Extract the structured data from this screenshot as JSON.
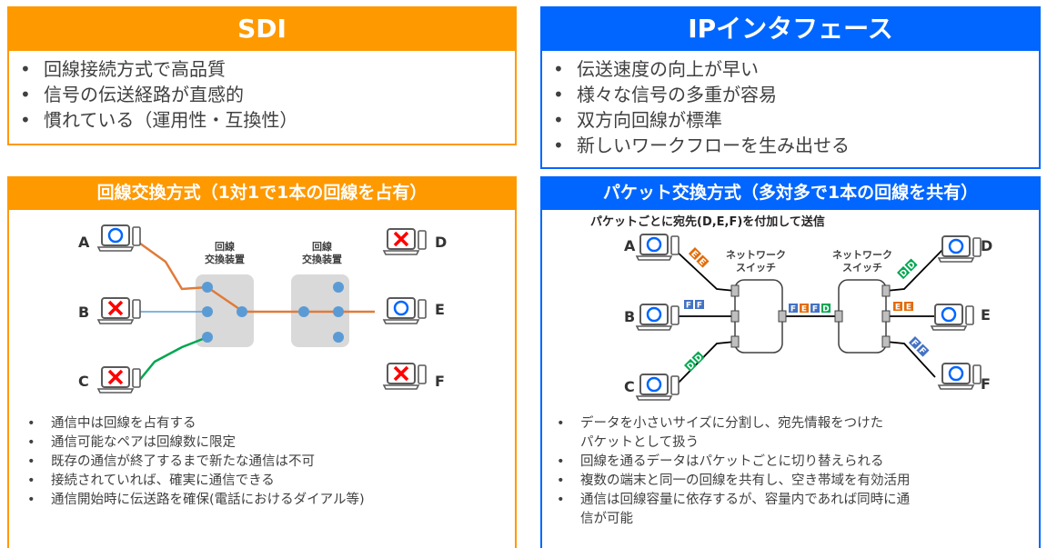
{
  "colors": {
    "orange": "#ff9900",
    "blue": "#0066ff",
    "tag_blue": "#4472c4",
    "tag_orange": "#e36c09",
    "tag_green": "#00a651",
    "node_blue": "#5b9bd5",
    "cross_red": "#ff0000",
    "grey_box": "#d9d9d9"
  },
  "sdi": {
    "title": "SDI",
    "bullets": [
      "回線接続方式で高品質",
      "信号の伝送経路が直感的",
      "慣れている（運用性・互換性）"
    ]
  },
  "ip": {
    "title": "IPインタフェース",
    "bullets": [
      "伝送速度の向上が早い",
      "様々な信号の多重が容易",
      "双方向回線が標準",
      "新しいワークフローを生み出せる"
    ]
  },
  "circuit": {
    "title": "回線交換方式（1対1で1本の回線を占有）",
    "switch_label": "回線\n交換装置",
    "labels": {
      "a": "A",
      "b": "B",
      "c": "C",
      "d": "D",
      "e": "E",
      "f": "F"
    },
    "bullets": [
      "通信中は回線を占有する",
      "通信可能なペアは回線数に限定",
      "既存の通信が終了するまで新たな通信は不可",
      "接続されていれば、確実に通信できる",
      "通信開始時に伝送路を確保(電話におけるダイアル等)"
    ]
  },
  "packet": {
    "title": "パケット交換方式（多対多で1本の回線を共有）",
    "subtitle": "パケットごとに宛先(D,E,F)を付加して送信",
    "switch_label": "ネットワーク\nスイッチ",
    "labels": {
      "a": "A",
      "b": "B",
      "c": "C",
      "d": "D",
      "e": "E",
      "f": "F"
    },
    "tags": {
      "d": "D",
      "e": "E",
      "f": "F"
    },
    "bullets": [
      "データを小さいサイズに分割し、宛先情報をつけた\nパケットとして扱う",
      "回線を通るデータはパケットごとに切り替えられる",
      "複数の端末と同一の回線を共有し、空き帯域を有効活用",
      "通信は回線容量に依存するが、容量内であれば同時に通\n信が可能"
    ]
  }
}
